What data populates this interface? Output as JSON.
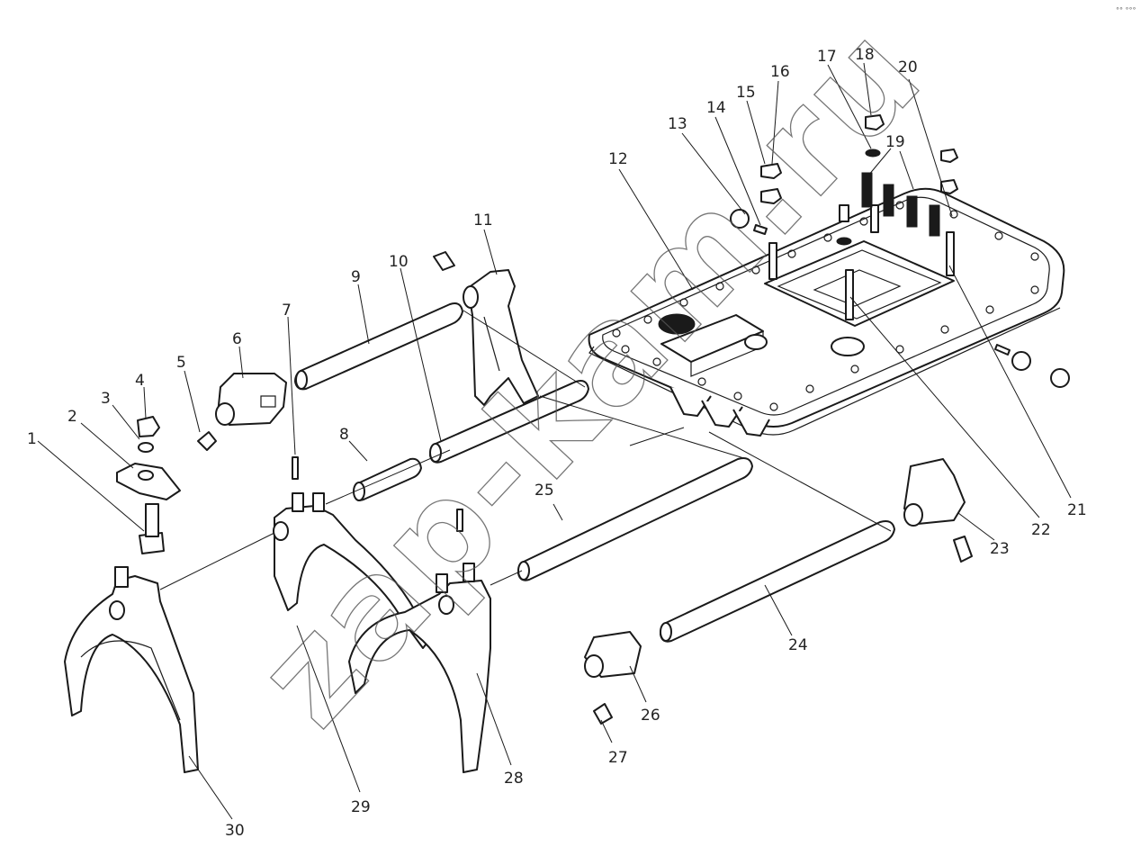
{
  "watermark": "zap-kam.ru",
  "corner_mark": "°° °°°",
  "callouts": [
    "1",
    "2",
    "3",
    "4",
    "5",
    "6",
    "7",
    "8",
    "9",
    "10",
    "11",
    "12",
    "13",
    "14",
    "15",
    "16",
    "17",
    "18",
    "19",
    "20",
    "21",
    "22",
    "23",
    "24",
    "25",
    "26",
    "27",
    "28",
    "29",
    "30"
  ]
}
